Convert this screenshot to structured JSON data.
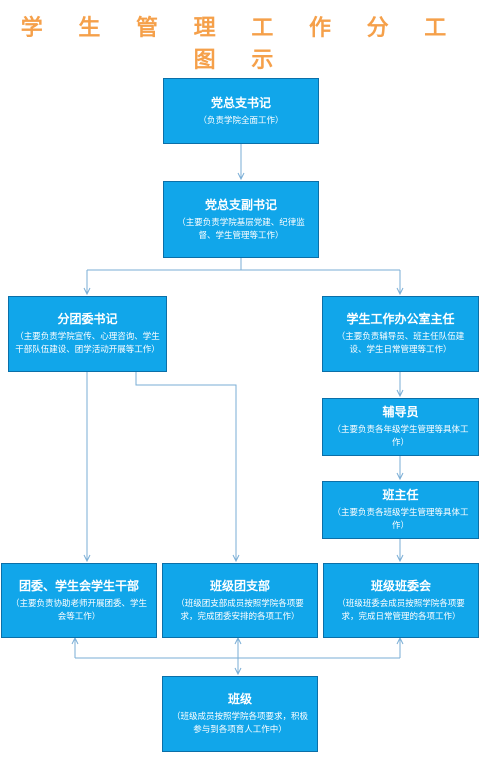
{
  "title": "学 生 管 理 工 作 分 工 图 示",
  "colors": {
    "box_fill": "#11a6ea",
    "box_border": "#0b6fa8",
    "title": "#f5a04a",
    "line": "#7aaed6"
  },
  "nodes": {
    "secretary": {
      "name": "党总支书记",
      "desc": "（负责学院全面工作）"
    },
    "deputy": {
      "name": "党总支副书记",
      "desc": "（主要负责学院基层党建、纪律监督、学生管理等工作）"
    },
    "league": {
      "name": "分团委书记",
      "desc": "（主要负责学院宣传、心理咨询、学生干部队伍建设、团学活动开展等工作）"
    },
    "office": {
      "name": "学生工作办公室主任",
      "desc": "（主要负责辅导员、班主任队伍建设、学生日常管理等工作）"
    },
    "counselor": {
      "name": "辅导员",
      "desc": "（主要负责各年级学生管理等具体工作）"
    },
    "headteacher": {
      "name": "班主任",
      "desc": "（主要负责各班级学生管理等具体工作）"
    },
    "union": {
      "name": "团委、学生会学生干部",
      "desc": "（主要负责协助老师开展团委、学生会等工作）"
    },
    "branch": {
      "name": "班级团支部",
      "desc": "（班级团支部成员按照学院各项要求，完成团委安排的各项工作）"
    },
    "committee": {
      "name": "班级班委会",
      "desc": "（班级班委会成员按照学院各项要求，完成日常管理的各项工作）"
    },
    "class": {
      "name": "班级",
      "desc": "（班级成员按照学院各项要求，积极参与到各项育人工作中）"
    }
  }
}
